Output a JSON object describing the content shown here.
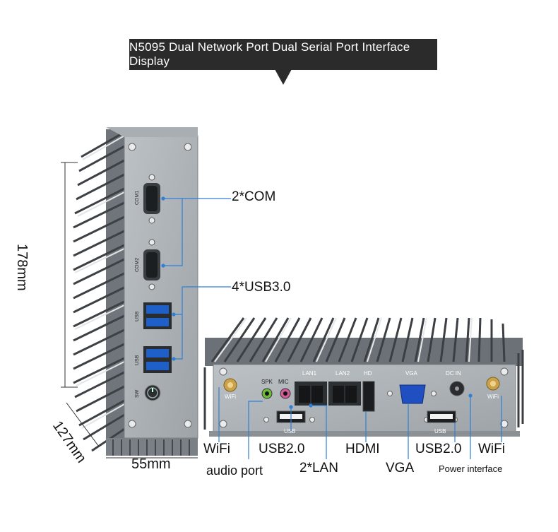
{
  "banner": {
    "title": "N5095 Dual Network Port Dual Serial Port Interface Display"
  },
  "callouts": {
    "com": "2*COM",
    "usb3": "4*USB3.0",
    "wifi_left": "WiFi",
    "audio": "audio port",
    "usb2_left": "USB2.0",
    "lan": "2*LAN",
    "hdmi": "HDMI",
    "vga": "VGA",
    "usb2_right": "USB2.0",
    "wifi_right": "WiFi",
    "power": "Power interface"
  },
  "dimensions": {
    "height": "178mm",
    "depth": "127mm",
    "width": "55mm"
  },
  "panel_labels": {
    "com1": "COM1",
    "com2": "COM2",
    "usb_a": "USB",
    "usb_b": "USB",
    "sw": "SW",
    "spk": "SPK",
    "mic": "MIC",
    "lan1": "LAN1",
    "lan2": "LAN2",
    "hd": "HD",
    "vga": "VGA",
    "dcin": "DC IN",
    "usb_front_left": "USB",
    "usb_front_right": "USB",
    "wifi_front_left": "WiFi",
    "wifi_front_right": "WiFi"
  },
  "colors": {
    "banner": "#2b2b2b",
    "leader": "#2e7fd6",
    "usb3_blue": "#1f5fc8",
    "vga_blue": "#1f4fc0"
  }
}
